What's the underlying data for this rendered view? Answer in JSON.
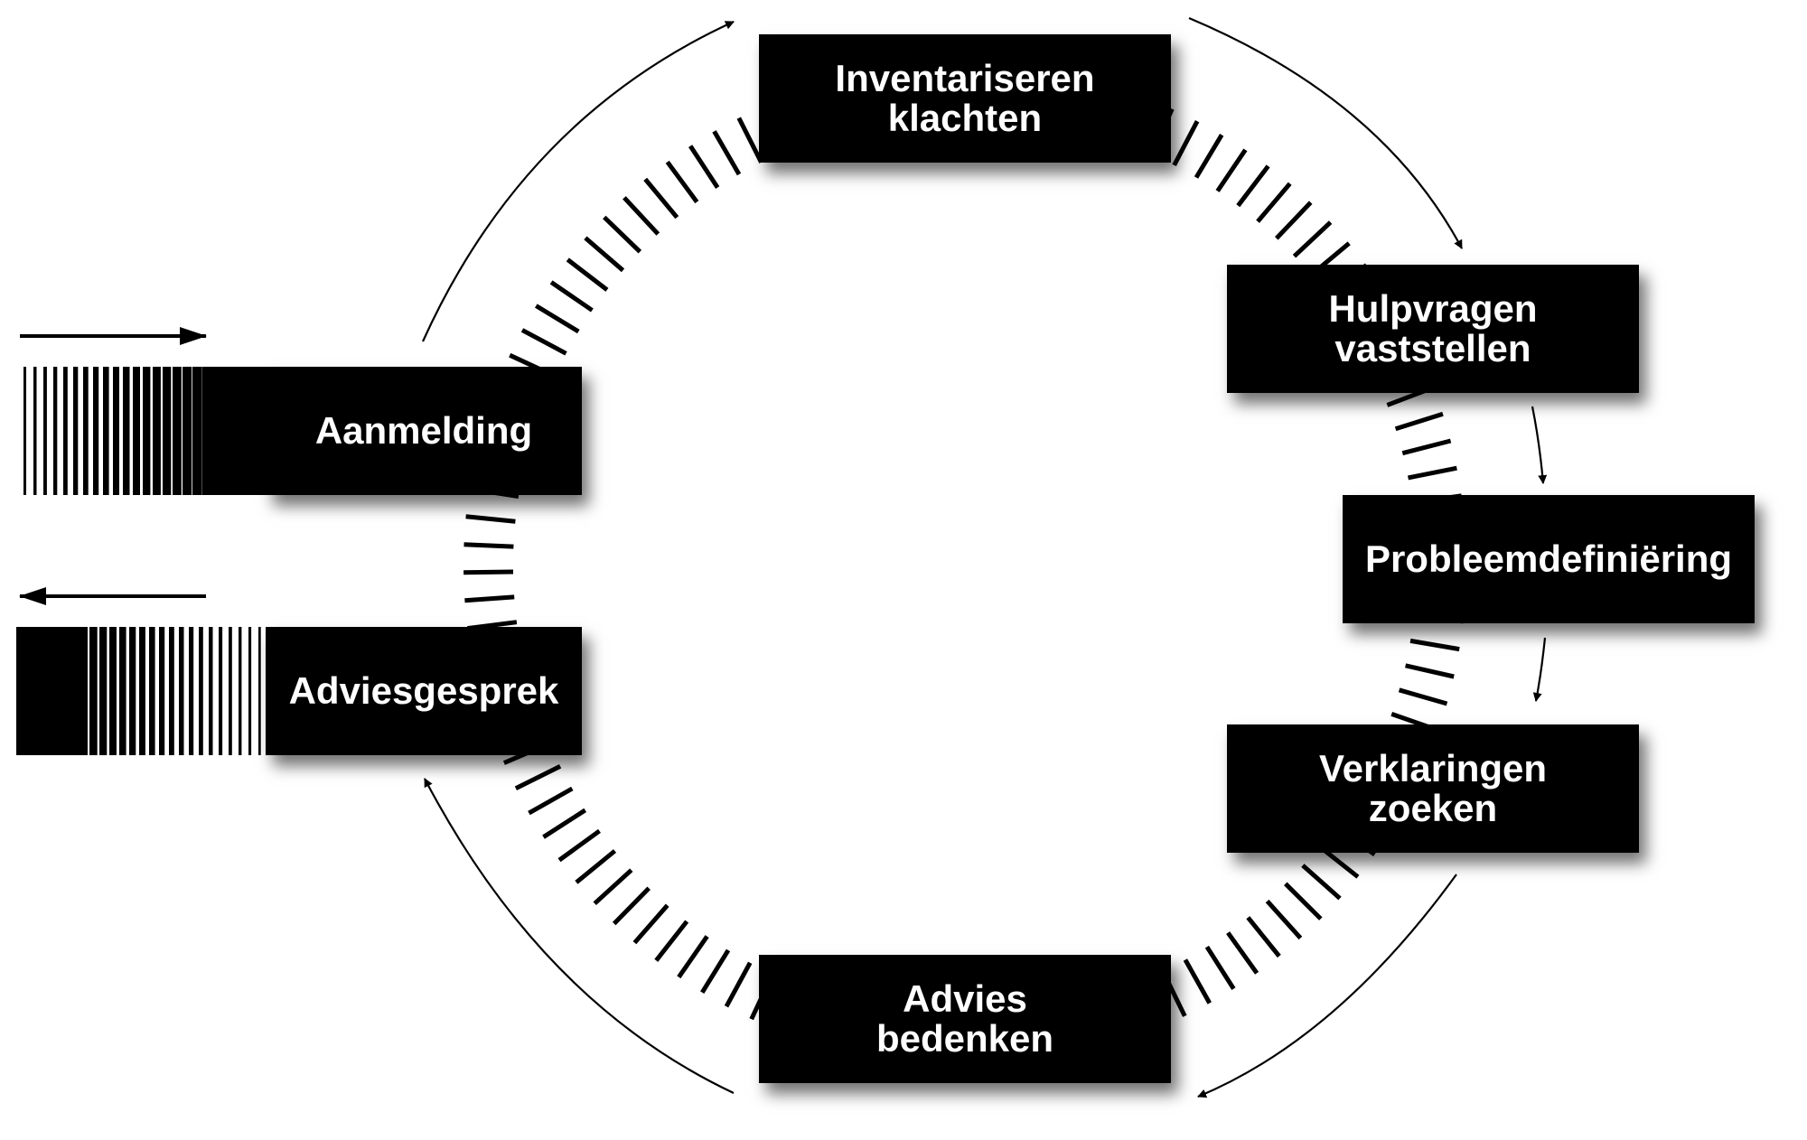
{
  "diagram": {
    "steps": {
      "aanmelding": {
        "lines": [
          "Aanmelding"
        ]
      },
      "inventariseren": {
        "lines": [
          "Inventariseren",
          "klachten"
        ]
      },
      "hulpvragen": {
        "lines": [
          "Hulpvragen",
          "vaststellen"
        ]
      },
      "probleem": {
        "lines": [
          "Probleemdefiniëring"
        ]
      },
      "verklaringen": {
        "lines": [
          "Verklaringen",
          "zoeken"
        ]
      },
      "advies": {
        "lines": [
          "Advies",
          "bedenken"
        ]
      },
      "adviesgesprek": {
        "lines": [
          "Adviesgesprek"
        ]
      }
    },
    "colors": {
      "box_fill": "#000000",
      "box_text": "#ffffff",
      "arrow": "#000000",
      "background": "#ffffff"
    }
  }
}
